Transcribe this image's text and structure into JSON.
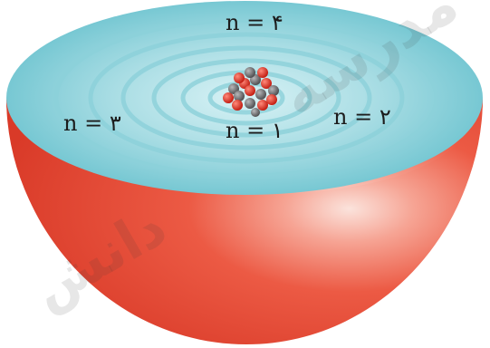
{
  "diagram": {
    "labels": {
      "n4": "n = ۴",
      "n3": "n = ۳",
      "n2": "n = ۲",
      "n1": "n = ۱"
    },
    "colors": {
      "bowl": "#e9533f",
      "bowl_highlight": "#f7d9d2",
      "water": "#8fd3dc",
      "water_dark": "#4fb3c4",
      "proton": "#e02a1c",
      "neutron": "#6e6e70"
    },
    "watermark": [
      "مدرسه",
      "دانش"
    ]
  }
}
